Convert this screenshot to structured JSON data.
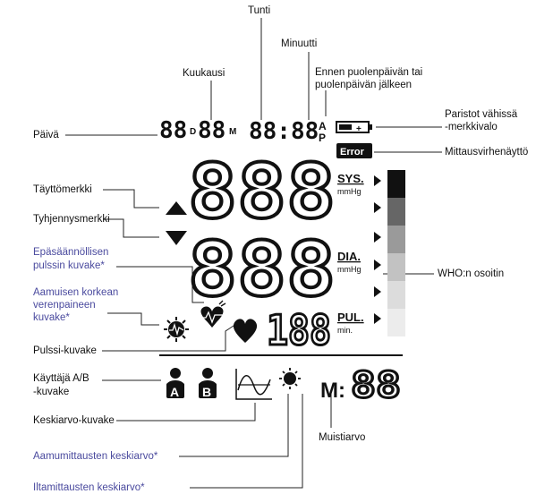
{
  "labels": {
    "tunti": "Tunti",
    "minuutti": "Minuutti",
    "kuukausi": "Kuukausi",
    "ennen_l1": "Ennen puolenpäivän tai",
    "ennen_l2": "puolenpäivän jälkeen",
    "paiva": "Päivä",
    "paristot_l1": "Paristot vähissä",
    "paristot_l2": "-merkkivalo",
    "mittausvirhe": "Mittausvirhenäyttö",
    "tayttomerkki": "Täyttömerkki",
    "tyhjennysmerkki": "Tyhjennysmerkki",
    "epasaannollinen_l1": "Epäsäännöllisen",
    "epasaannollinen_l2": "pulssin kuvake*",
    "aamuinen_l1": "Aamuisen korkean",
    "aamuinen_l2": "verenpaineen",
    "aamuinen_l3": "kuvake*",
    "who": "WHO:n osoitin",
    "pulssi": "Pulssi-kuvake",
    "kayttaja_l1": "Käyttäjä A/B",
    "kayttaja_l2": "-kuvake",
    "keskiarvo": "Keskiarvo-kuvake",
    "muistiarvo": "Muistiarvo",
    "aamumittaus": "Aamumittausten keskiarvo*",
    "iltamittaus": "Iltamittausten keskiarvo*"
  },
  "display": {
    "date_digits_1": "88",
    "date_d": "D",
    "date_digits_2": "88",
    "date_m": "M",
    "time": "88:88",
    "am": "A",
    "pm": "P",
    "error": "Error",
    "sys_digits": "888",
    "dia_digits": "888",
    "pulse_digits": "188",
    "sys_label": "SYS.",
    "dia_label": "DIA.",
    "pul_label": "PUL.",
    "mmhg_1": "mmHg",
    "mmhg_2": "mmHg",
    "min": "min.",
    "user_a": "A",
    "user_b": "B",
    "mem_m": "M:",
    "mem_digits": "88"
  },
  "colors": {
    "blue_label": "#4a4a9e",
    "who_levels": [
      "#111111",
      "#666666",
      "#9a9a9a",
      "#c2c2c2",
      "#dcdcdc",
      "#ececec"
    ]
  }
}
